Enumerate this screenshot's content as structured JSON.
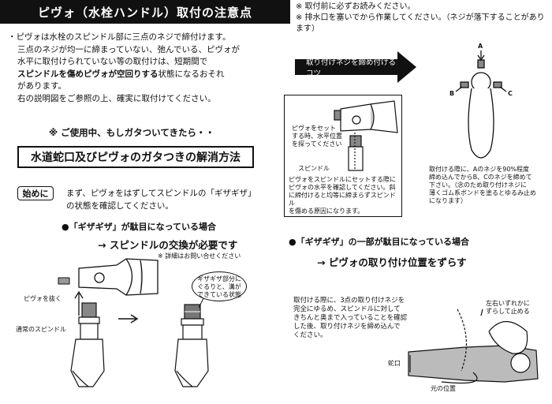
{
  "header": {
    "title": "ピヴォ（水栓ハンドル）取付の注意点"
  },
  "top_notes": [
    "※ 取付前に必ずお読みください。",
    "※ 排水口を塞いでから作業してください。（ネジが落下することがあります）"
  ],
  "intro": {
    "line1": "・ピヴォは水栓のスピンドル部に三点のネジで締付けます。",
    "line2": "三点のネジが均一に締まっていない、弛んでいる、ピヴォが",
    "line3": "水平に取付けられていない等の取付けは、短期間で",
    "line4_bold": "スピンドルを傷めピヴォが空回りする",
    "line4_rest": "状態になるおそれ",
    "line5": "があります。",
    "line6": "右の説明図をご参照の上、確実に取付けてください。"
  },
  "usage_note": "※ ご使用中、もしガタついてきたら・・",
  "solution_title": "水道蛇口及びピヴォのガタつきの解消方法",
  "first": {
    "badge": "始めに",
    "line1": "まず、ピヴォをはずしてスピンドルの「ギザギザ」",
    "line2": "の状態を確認してください。"
  },
  "case1": {
    "heading": "●「ギザギザ」が駄目になっている場合",
    "action": "→ スピンドルの交換が必要です",
    "detail": "※ 詳細はお問い合せください",
    "label_remove": "ピヴォを抜く",
    "label_spindle": "通常のスピンドル",
    "bubble": [
      "ギザギザ部分に",
      "ぐるりと、溝が",
      "できている状態"
    ]
  },
  "tip": {
    "arrow_label": "取り付けネジを締め付けるコツ",
    "label_set": [
      "ピヴォをセット",
      "する時、水平位置",
      "を探ってください"
    ],
    "label_spindle": "スピンドル",
    "caption": [
      "ピヴォをスピンドルにセットする際に",
      "ピヴォの水平を確認してください。斜",
      "に締付けると均等に締まらずスピンドル",
      "を傷める原因になります。"
    ],
    "screw_labels": [
      "A",
      "B",
      "C"
    ],
    "right_text": [
      "取付ける際に、Aのネジを90%程度",
      "締め込んでからB、Cのネジを締めて",
      "下さい。（念のため取り付けネジに",
      "薄くゴム系ボンドを塗るとゆるみ止め",
      "になります）"
    ]
  },
  "case2": {
    "heading": "●「ギザギザ」の一部が駄目になっている場合",
    "action": "→ ピヴォの取り付け位置をずらす",
    "body": [
      "取付ける際に、3点の取り付けネジを",
      "完全にゆるめ、スピンドルに対して",
      "きちんと奥まで入っていることを確認",
      "した後、取り付けネジを締め込んで",
      "ください。"
    ],
    "shift_label": [
      "左右いずれかに",
      "ずらして止める"
    ],
    "faucet_label": "蛇口",
    "original_label": "元の位置"
  }
}
